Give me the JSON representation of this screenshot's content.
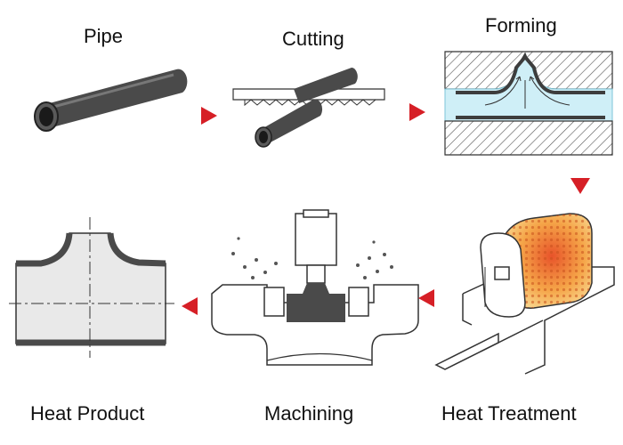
{
  "steps": [
    {
      "label": "Pipe"
    },
    {
      "label": "Cutting"
    },
    {
      "label": "Forming"
    },
    {
      "label": "Heat Treatment"
    },
    {
      "label": "Machining"
    },
    {
      "label": "Heat Product"
    }
  ],
  "colors": {
    "arrow": "#d61f26",
    "pipe": "#4a4a4a",
    "die_fill": "#cfeff7",
    "heat": "#f2a04a",
    "outline": "#333333"
  }
}
